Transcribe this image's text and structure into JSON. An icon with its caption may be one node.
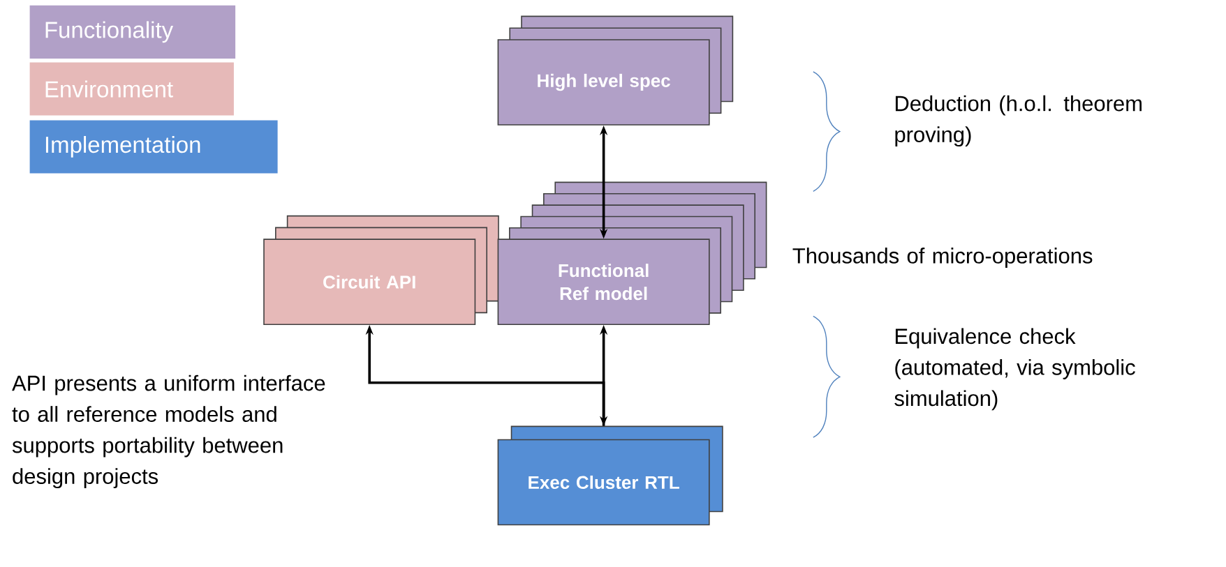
{
  "diagram": {
    "nodes": [
      {
        "text": [
          "High level spec"
        ]
      },
      {
        "text": [
          "Circuit API"
        ]
      },
      {
        "text": [
          "Functional Ref model"
        ]
      },
      {
        "text": [
          "Exec Cluster RTL"
        ]
      }
    ],
    "edges": [
      {
        "from": 0,
        "to": 2,
        "arrow": "both"
      },
      {
        "from": 3,
        "to": 2,
        "arrow": "both"
      },
      {
        "from": 3,
        "to": 1,
        "arrow": "to"
      }
    ],
    "labels": [
      "Deduction (h.o.l. theorem proving)",
      "Thousands of micro-operations",
      "Equivalence check (automated, via symbolic simulation)",
      "API presents a uniform interface to all reference models and supports portability between design projects"
    ],
    "legend": [
      {
        "text": "Functionality",
        "color": "#b1a0c7"
      },
      {
        "text": "Environment",
        "color": "#e6b9b8"
      },
      {
        "text": "Implementation",
        "color": "#558ed5"
      }
    ]
  }
}
